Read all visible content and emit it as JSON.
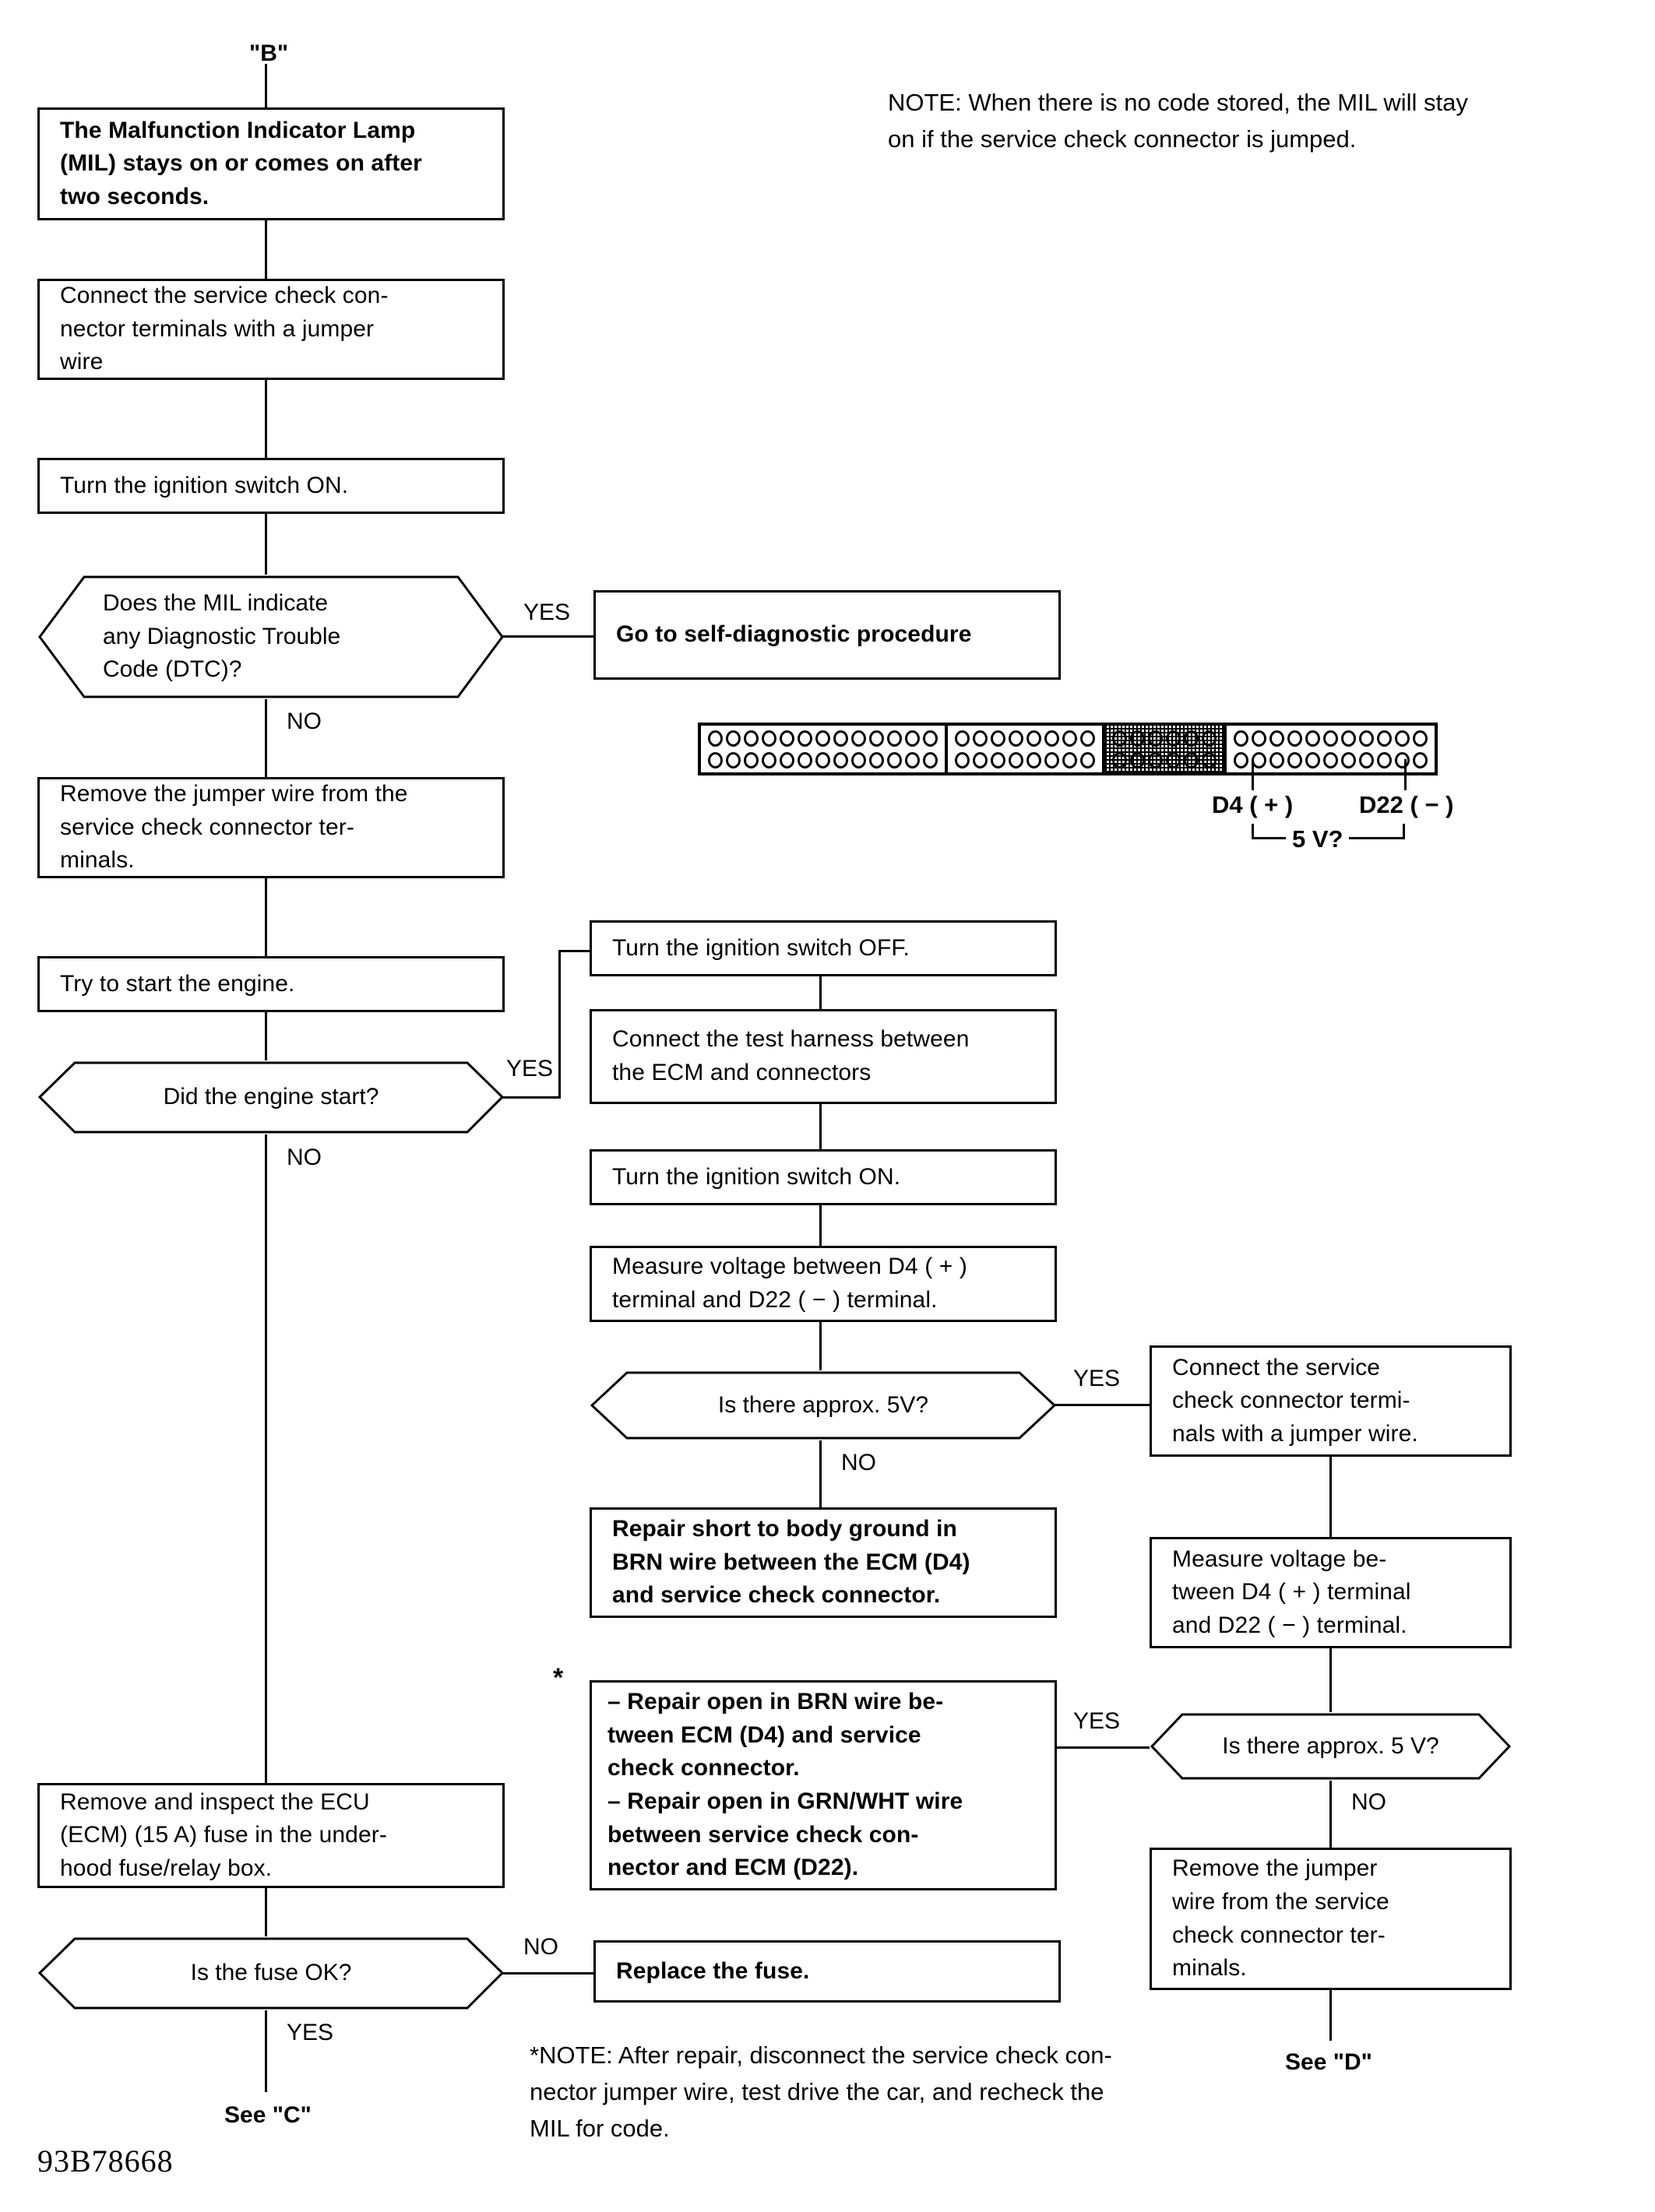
{
  "document": {
    "reference_code": "93B78668",
    "entry_tag": "\"B\"",
    "exit_tag_c": "See \"C\"",
    "exit_tag_d": "See \"D\""
  },
  "top_note": "NOTE:  When there is no code stored, the MIL will stay\non if the service check connector is jumped.",
  "footer_note": "*NOTE: After repair, disconnect the service check con-\nnector jumper wire, test drive the car, and recheck the\nMIL for code.",
  "asterisk_marker": "*",
  "labels": {
    "yes": "YES",
    "no": "NO"
  },
  "flow": {
    "left": [
      {
        "id": "mil-on",
        "type": "process",
        "bold": true,
        "text": "The Malfunction Indicator Lamp\n(MIL) stays on or comes on after\ntwo seconds."
      },
      {
        "id": "connect-jumper",
        "type": "process",
        "bold": false,
        "text": "Connect the service check con-\nnector terminals with a jumper\nwire"
      },
      {
        "id": "ignition-on-1",
        "type": "process",
        "bold": false,
        "text": "Turn the ignition switch ON."
      },
      {
        "id": "mil-dtc",
        "type": "decision",
        "text": "Does the MIL indicate\nany Diagnostic Trouble\nCode (DTC)?"
      },
      {
        "id": "remove-jumper-1",
        "type": "process",
        "bold": false,
        "text": "Remove the jumper wire from the\nservice  check  connector  ter-\nminals."
      },
      {
        "id": "try-start",
        "type": "process",
        "bold": false,
        "text": "Try to start the engine."
      },
      {
        "id": "engine-start",
        "type": "decision",
        "text": "Did the engine start?"
      },
      {
        "id": "inspect-fuse",
        "type": "process",
        "bold": false,
        "text": "Remove  and  inspect  the  ECU\n(ECM) (15 A) fuse in the under-\nhood fuse/relay box."
      },
      {
        "id": "fuse-ok",
        "type": "decision",
        "text": "Is the fuse OK?"
      }
    ],
    "branch_top": {
      "id": "self-diagnostic",
      "bold": true,
      "text": "Go to self-diagnostic procedure"
    },
    "branch_fuse": {
      "id": "replace-fuse",
      "bold": true,
      "text": "Replace the fuse."
    },
    "middle": [
      {
        "id": "ignition-off",
        "type": "process",
        "bold": false,
        "text": "Turn the ignition switch OFF."
      },
      {
        "id": "connect-harness",
        "type": "process",
        "bold": false,
        "text": "Connect the test harness between\nthe  ECM  and  connectors"
      },
      {
        "id": "ignition-on-2",
        "type": "process",
        "bold": false,
        "text": "Turn the ignition switch ON."
      },
      {
        "id": "measure-voltage-1",
        "type": "process",
        "bold": false,
        "text": "Measure voltage between D4 ( + )\nterminal and D22 ( − ) terminal."
      },
      {
        "id": "approx-5v-1",
        "type": "decision",
        "text": "Is there approx. 5V?"
      },
      {
        "id": "repair-short",
        "type": "process",
        "bold": true,
        "text": "Repair short to body ground in\nBRN wire between the ECM (D4)\nand service check connector."
      },
      {
        "id": "repair-open",
        "type": "process",
        "bold": true,
        "text": "–  Repair open in BRN wire be-\n    tween ECM (D4) and service\n    check connector.\n–  Repair open in GRN/WHT wire\n    between service check con-\n    nector and ECM (D22)."
      }
    ],
    "right": [
      {
        "id": "connect-jumper-2",
        "type": "process",
        "bold": false,
        "text": "Connect   the   service\ncheck connector termi-\nnals with a jumper wire."
      },
      {
        "id": "measure-voltage-2",
        "type": "process",
        "bold": false,
        "text": "Measure   voltage   be-\ntween D4 ( + ) terminal\nand D22 ( − ) terminal."
      },
      {
        "id": "approx-5v-2",
        "type": "decision",
        "text": "Is there approx. 5 V?"
      },
      {
        "id": "remove-jumper-2",
        "type": "process",
        "bold": false,
        "text": "Remove   the   jumper\nwire  from  the  service\ncheck  connector  ter-\nminals."
      }
    ]
  },
  "connector_diagram": {
    "blocks": [
      {
        "pins_per_row": 13,
        "rows": 2,
        "shaded": false
      },
      {
        "pins_per_row": 8,
        "rows": 2,
        "shaded": false
      },
      {
        "pins_per_row": 6,
        "rows": 2,
        "shaded": true
      },
      {
        "pins_per_row": 11,
        "rows": 2,
        "shaded": false
      }
    ],
    "terminal_positive": "D4 ( + )",
    "terminal_negative": "D22 ( − )",
    "measurement": "5 V?"
  }
}
